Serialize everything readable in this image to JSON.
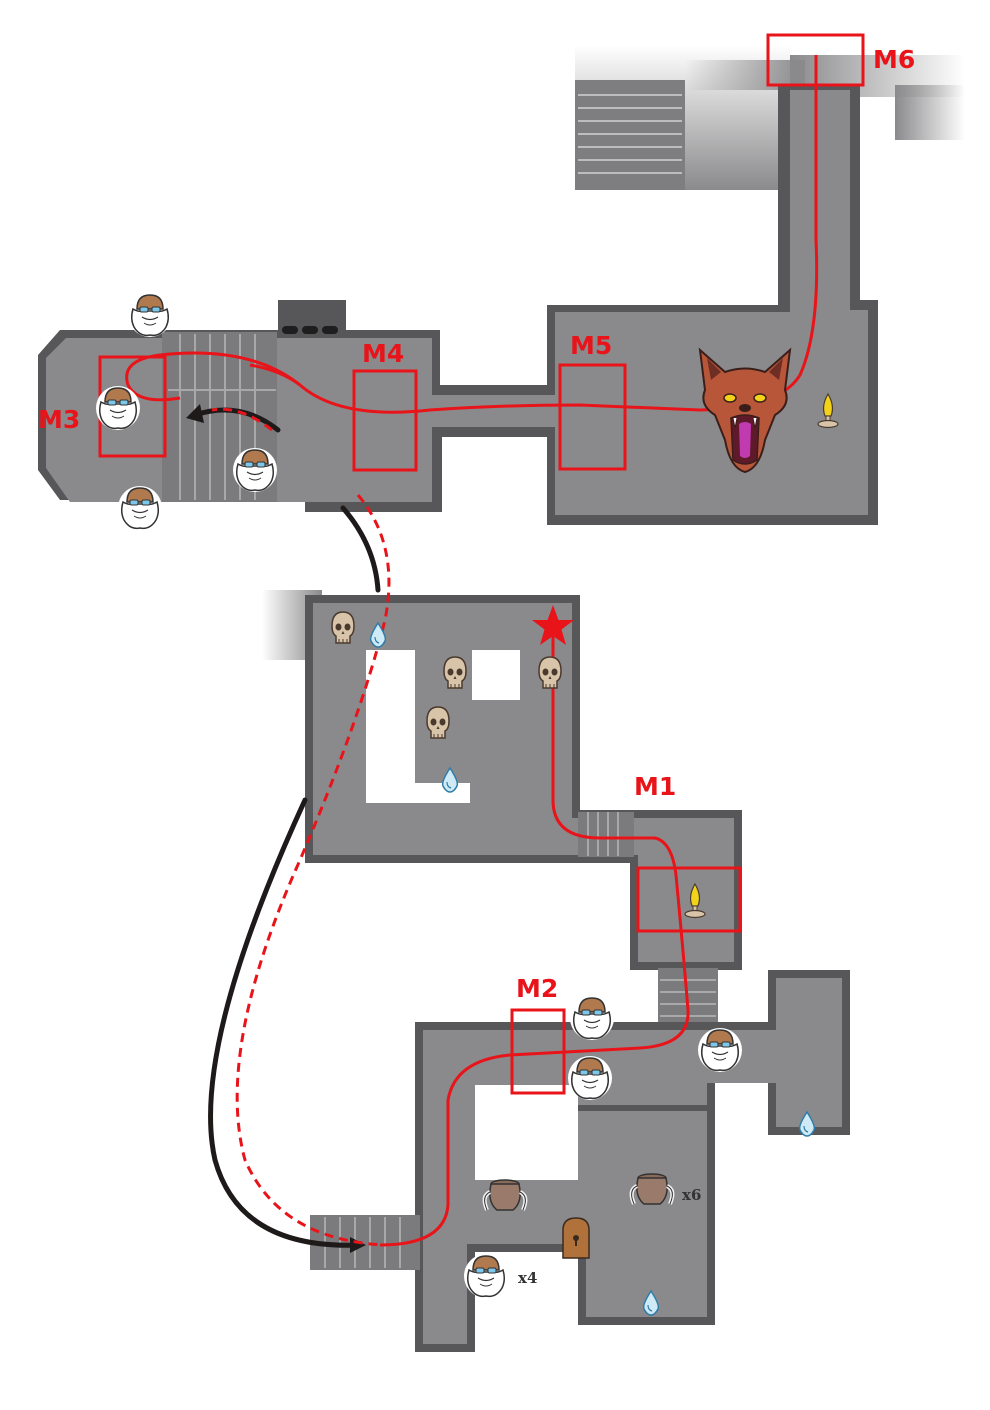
{
  "markers": {
    "m1": "M1",
    "m2": "M2",
    "m3": "M3",
    "m4": "M4",
    "m5": "M5",
    "m6": "M6"
  },
  "legend_icons": [
    "skull-icon",
    "water-drop-icon",
    "candle-icon",
    "old-sage-icon",
    "urn-icon",
    "door-icon",
    "wolf-boss-icon",
    "start-star-icon"
  ],
  "multipliers": {
    "sages": "x4",
    "urns": "x6"
  },
  "colors": {
    "route": "#e8141a",
    "alt_route": "#1e1a1a",
    "floor": "#8a8a8c",
    "wall": "#575759",
    "star": "#e8141a"
  }
}
